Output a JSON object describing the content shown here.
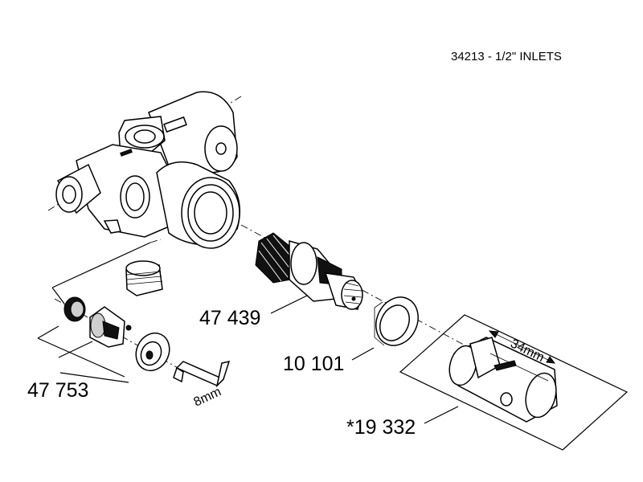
{
  "title": "34213 - 1/2\" INLETS",
  "parts": [
    {
      "id": "cartridge",
      "number": "47 439"
    },
    {
      "id": "ring",
      "number": "10 101"
    },
    {
      "id": "check-valve-set",
      "number": "47 753"
    },
    {
      "id": "extension",
      "number": "*19 332"
    }
  ],
  "dimensions": {
    "extension_size": "34mm",
    "hex_key_size": "8mm"
  },
  "colors": {
    "line": "#000000",
    "background": "#ffffff"
  }
}
